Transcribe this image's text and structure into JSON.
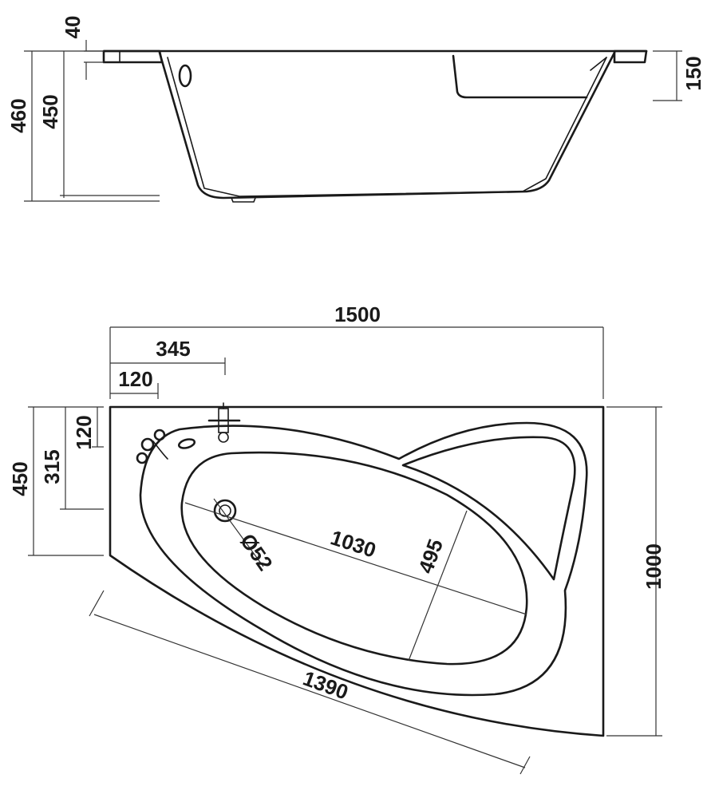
{
  "side_view": {
    "dims": {
      "rim": "40",
      "inner_depth": "450",
      "total_height": "460",
      "step_height": "150"
    }
  },
  "top_view": {
    "dims": {
      "length": "1500",
      "tap_offset": "345",
      "overflow_offset": "120",
      "width": "1000",
      "short_side": "450",
      "drain_depth": "315",
      "tap_depth": "120",
      "basin_length": "1030",
      "basin_width": "495",
      "drain_diameter": "Ø52",
      "front_length": "1390"
    }
  },
  "colors": {
    "line": "#1a1a1a",
    "background": "#ffffff"
  }
}
